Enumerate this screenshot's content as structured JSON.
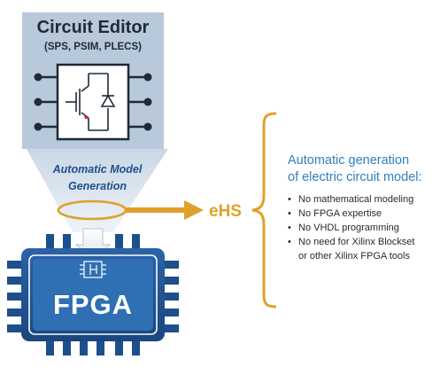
{
  "editor": {
    "title": "Circuit Editor",
    "subtitle": "(SPS, PSIM, PLECS)"
  },
  "generation_label": {
    "line1": "Automatic Model",
    "line2": "Generation"
  },
  "target_label": "eHS",
  "fpga_label": "FPGA",
  "benefits": {
    "heading_line1": "Automatic generation",
    "heading_line2": "of electric circuit model:",
    "items": [
      {
        "text": "No mathematical modeling"
      },
      {
        "text": "No FPGA expertise"
      },
      {
        "text": "No VHDL programming"
      },
      {
        "text": "No need for Xilinx Blockset",
        "continuation": "or other Xilinx FPGA tools"
      }
    ],
    "bullet": "•"
  },
  "colors": {
    "panel": "#b7c9da",
    "chip_dark": "#1c4f8c",
    "chip_light": "#2f6fb3",
    "accent": "#e0a02a",
    "heading": "#2f7fbf"
  }
}
